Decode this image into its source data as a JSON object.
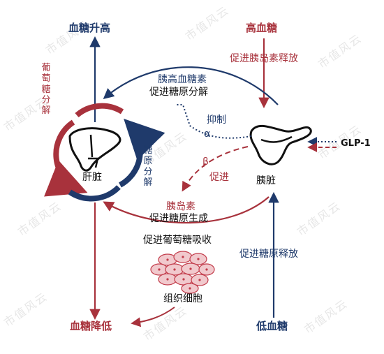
{
  "nodes": {
    "blood_sugar_up": "血糖升高",
    "high_blood_sugar": "高血糖",
    "liver": "肝脏",
    "pancreas": "胰脏",
    "glp1": "GLP-1",
    "blood_sugar_down": "血糖降低",
    "low_blood_sugar": "低血糖",
    "tissue": "组织细胞"
  },
  "labels": {
    "promote_insulin_release": "促进胰岛素释放",
    "glucagon_line1": "胰高血糖素",
    "glucagon_line2": "促进糖原分解",
    "inhibit": "抑制",
    "alpha": "α",
    "beta": "β",
    "promote": "促进",
    "insulin_line1": "胰岛素",
    "insulin_line2": "促进糖原生成",
    "promote_glucose_uptake": "促进葡萄糖吸收",
    "promote_glucagon_release": "促进糖原释放",
    "glucose_breakdown_vertical": "葡萄糖分解",
    "glycogen_breakdown_vertical": "糖原分解"
  },
  "watermark": "市值风云",
  "colors": {
    "red": "#a8323c",
    "navy": "#1f3a6b",
    "text": "#111111",
    "cell_fill": "#f1c9cd",
    "cell_nucleus": "#c23b4a"
  },
  "icons": [
    "liver-icon",
    "pancreas-icon",
    "tissue-cells-icon"
  ]
}
